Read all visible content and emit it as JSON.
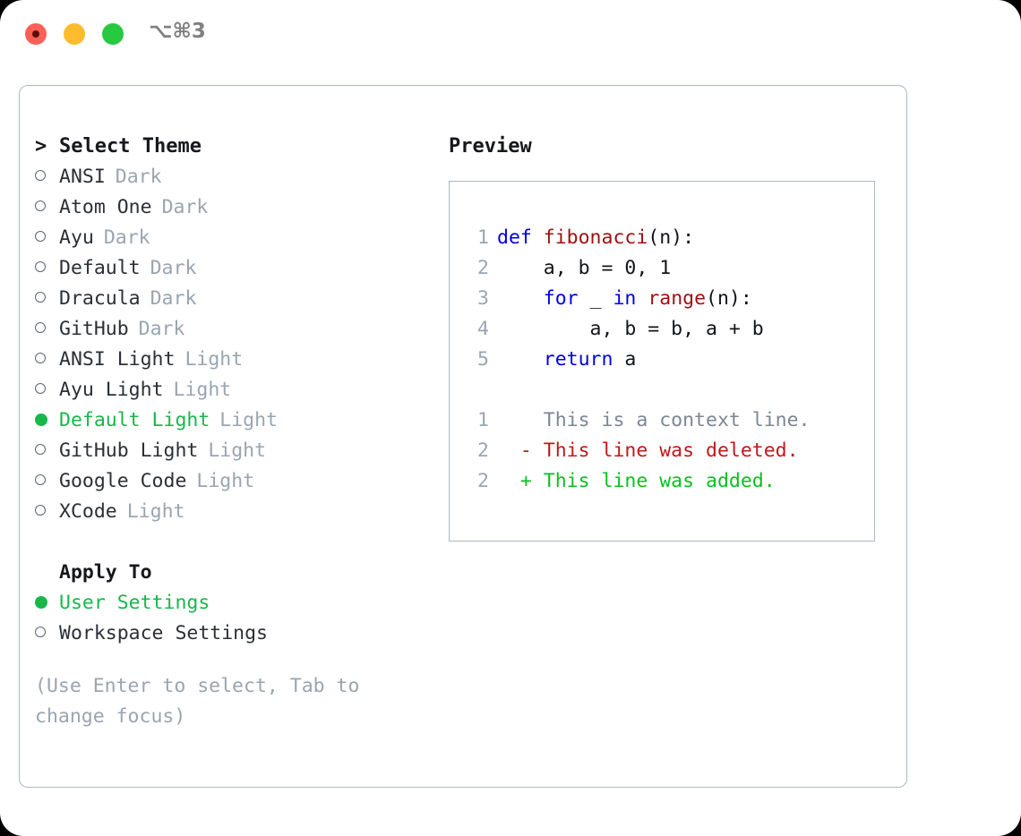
{
  "window": {
    "shortcut": "⌥⌘3",
    "traffic_lights": [
      {
        "name": "close-button",
        "color": "#fd5f56"
      },
      {
        "name": "minimize-button",
        "color": "#fdbc2e"
      },
      {
        "name": "maximize-button",
        "color": "#26c940"
      }
    ]
  },
  "theme_picker": {
    "header": "Select Theme",
    "caret": ">",
    "items": [
      {
        "label": "ANSI",
        "tag": "Dark",
        "selected": false
      },
      {
        "label": "Atom One",
        "tag": "Dark",
        "selected": false
      },
      {
        "label": "Ayu",
        "tag": "Dark",
        "selected": false
      },
      {
        "label": "Default",
        "tag": "Dark",
        "selected": false
      },
      {
        "label": "Dracula",
        "tag": "Dark",
        "selected": false
      },
      {
        "label": "GitHub",
        "tag": "Dark",
        "selected": false
      },
      {
        "label": "ANSI Light",
        "tag": "Light",
        "selected": false
      },
      {
        "label": "Ayu Light",
        "tag": "Light",
        "selected": false
      },
      {
        "label": "Default Light",
        "tag": "Light",
        "selected": true
      },
      {
        "label": "GitHub Light",
        "tag": "Light",
        "selected": false
      },
      {
        "label": "Google Code",
        "tag": "Light",
        "selected": false
      },
      {
        "label": "XCode",
        "tag": "Light",
        "selected": false
      }
    ]
  },
  "apply_to": {
    "header": "Apply To",
    "options": [
      {
        "label": "User Settings",
        "selected": true
      },
      {
        "label": "Workspace Settings",
        "selected": false
      }
    ]
  },
  "hint": "(Use Enter to select, Tab to change focus)",
  "preview": {
    "title": "Preview",
    "code_lines": [
      {
        "no": "1",
        "tokens": [
          {
            "t": "def ",
            "c": "kw"
          },
          {
            "t": "fibonacci",
            "c": "fn"
          },
          {
            "t": "(n):",
            "c": "pl"
          }
        ]
      },
      {
        "no": "2",
        "tokens": [
          {
            "t": "    a, b = 0, 1",
            "c": "pl"
          }
        ]
      },
      {
        "no": "3",
        "tokens": [
          {
            "t": "    ",
            "c": "pl"
          },
          {
            "t": "for",
            "c": "kw"
          },
          {
            "t": " _ ",
            "c": "pl"
          },
          {
            "t": "in",
            "c": "kw"
          },
          {
            "t": " ",
            "c": "pl"
          },
          {
            "t": "range",
            "c": "fn"
          },
          {
            "t": "(n):",
            "c": "pl"
          }
        ]
      },
      {
        "no": "4",
        "tokens": [
          {
            "t": "        a, b = b, a + b",
            "c": "pl"
          }
        ]
      },
      {
        "no": "5",
        "tokens": [
          {
            "t": "    ",
            "c": "pl"
          },
          {
            "t": "return",
            "c": "kw"
          },
          {
            "t": " a",
            "c": "pl"
          }
        ]
      }
    ],
    "diff_lines": [
      {
        "no": "1",
        "marker": " ",
        "text": "This is a context line.",
        "kind": "ctx"
      },
      {
        "no": "2",
        "marker": "-",
        "text": "This line was deleted.",
        "kind": "del"
      },
      {
        "no": "2",
        "marker": "+",
        "text": "This line was added.",
        "kind": "add"
      }
    ]
  },
  "colors": {
    "selected_green": "#17b74b",
    "muted_gray": "#9aa5b1",
    "keyword_blue": "#0000e6",
    "function_red": "#a01010",
    "diff_delete": "#c01818",
    "diff_add": "#0ac020",
    "border": "#aeb8c4"
  }
}
